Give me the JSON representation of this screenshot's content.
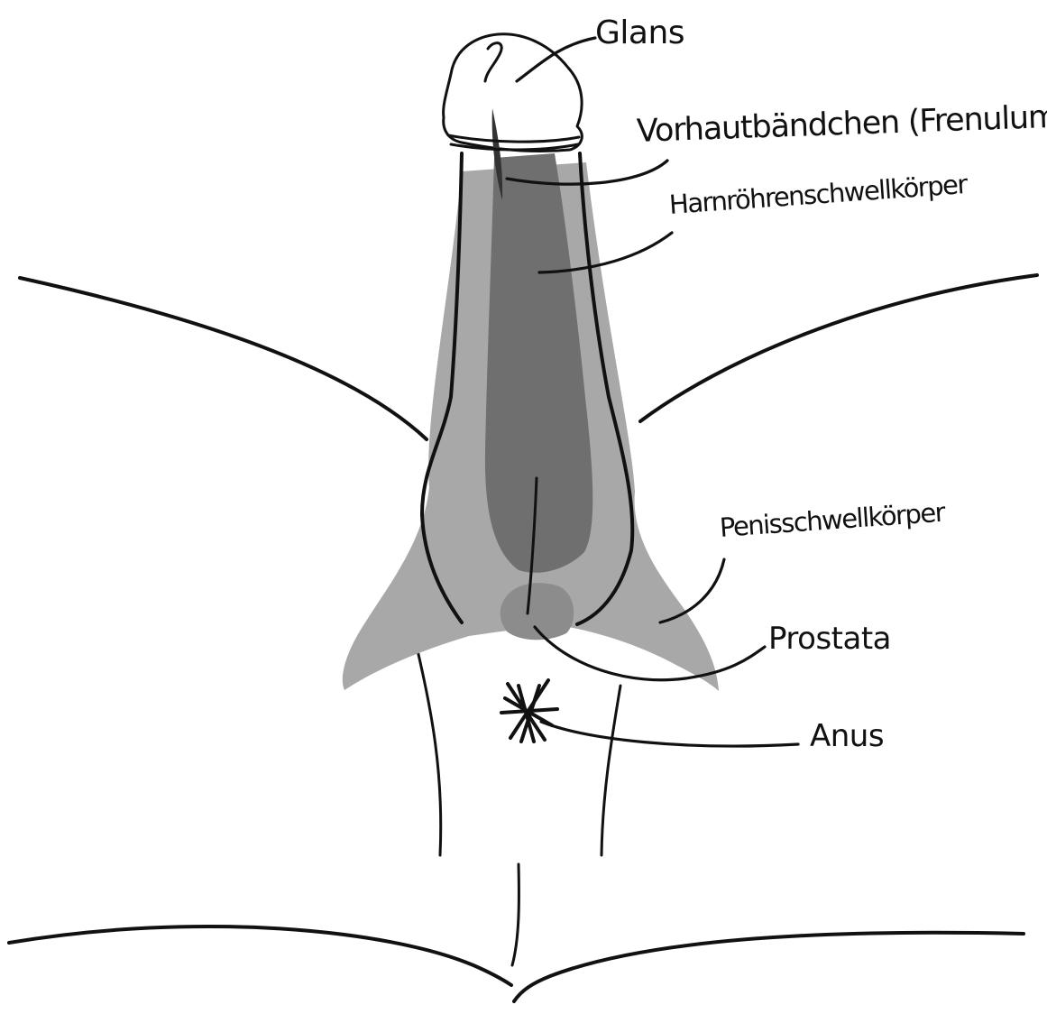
{
  "labels": {
    "glans": "Glans",
    "frenulum": "Vorhautbändchen (Frenulum)",
    "harnroehrenschwellkoerper": "Harnröhrenschwellkörper",
    "penisschwellkoerper": "Penisschwellkörper",
    "prostata": "Prostata",
    "anus": "Anus"
  },
  "colors": {
    "outline": "#111111",
    "light_gray": "#a8a8a8",
    "mid_gray": "#8c8c8c",
    "dark_gray": "#6f6f6f",
    "background": "#ffffff"
  }
}
